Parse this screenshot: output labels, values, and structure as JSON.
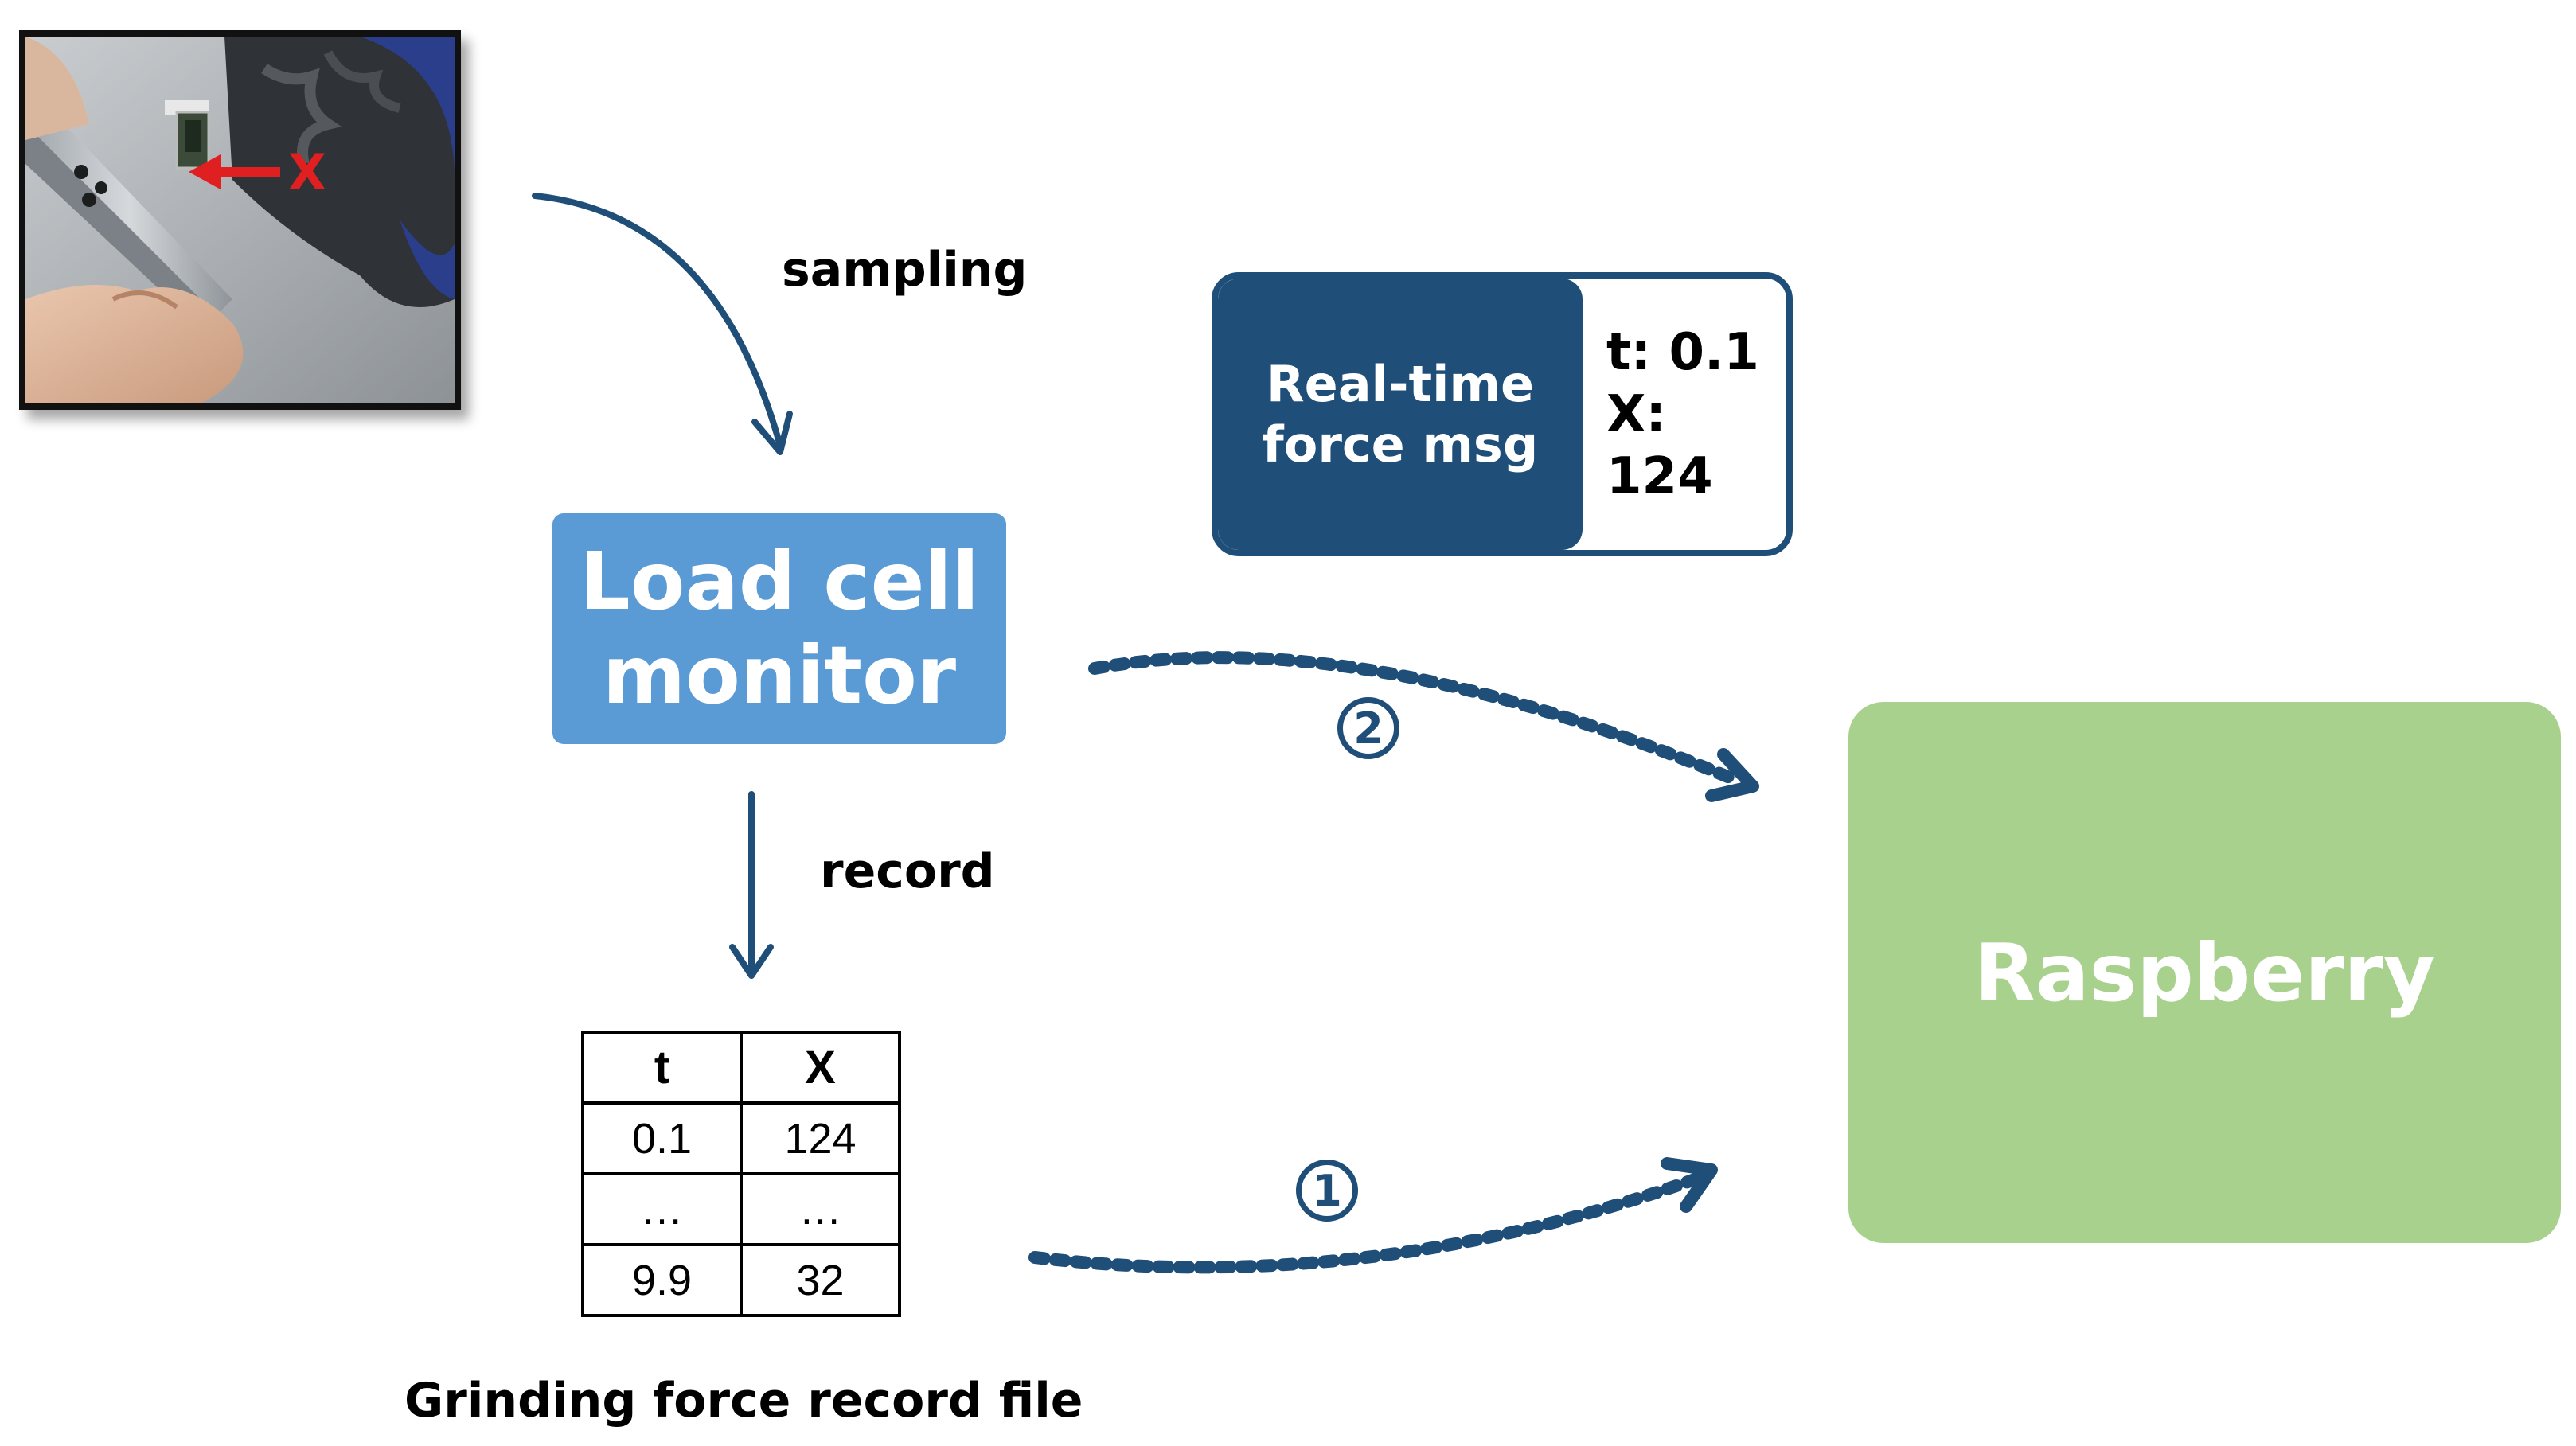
{
  "labels": {
    "sampling": "sampling",
    "record": "record",
    "file_caption": "Grinding force record file"
  },
  "photo": {
    "marker": "X"
  },
  "load_cell": {
    "line1": "Load cell",
    "line2": "monitor"
  },
  "message": {
    "head_line1": "Real-time",
    "head_line2": "force msg",
    "t": "t: 0.1",
    "x": "X: 124"
  },
  "raspberry": {
    "label": "Raspberry"
  },
  "table": {
    "headers": [
      "t",
      "X"
    ],
    "rows": [
      [
        "0.1",
        "124"
      ],
      [
        "…",
        "…"
      ],
      [
        "9.9",
        "32"
      ]
    ]
  },
  "steps": {
    "step1": "1",
    "step2": "2"
  },
  "colors": {
    "arrow": "#1f4e79",
    "load_cell": "#5b9bd5",
    "message_head": "#1f4e79",
    "raspberry": "#a9d18e",
    "marker": "#e02020"
  }
}
